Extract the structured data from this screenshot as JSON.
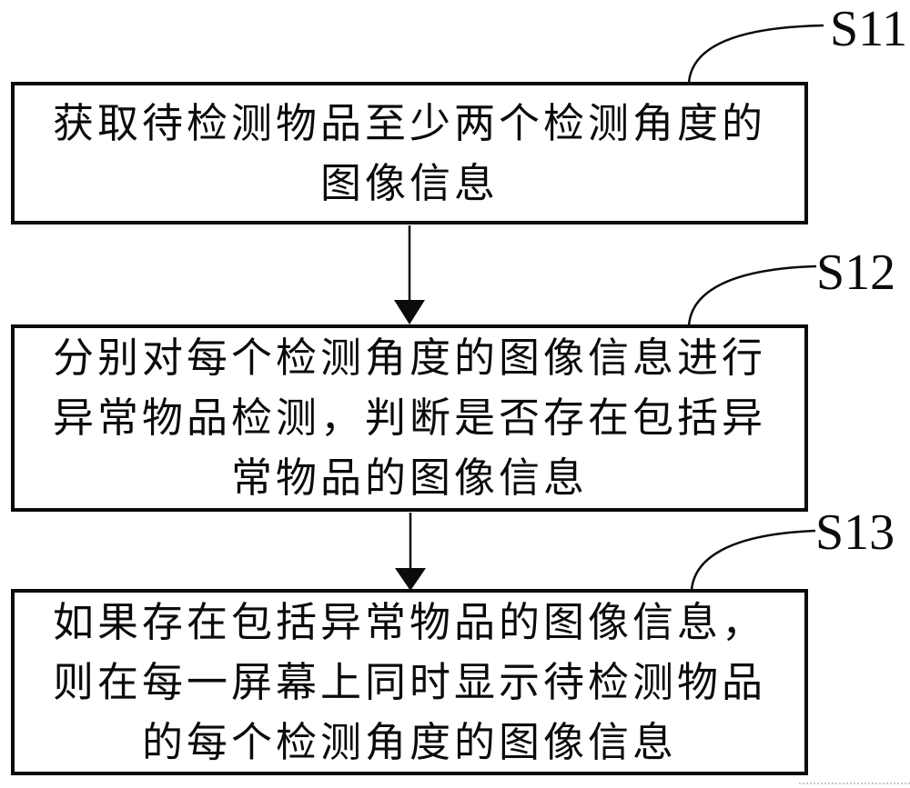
{
  "figure": {
    "background_color": "#ffffff",
    "line_color": "#0b0b0b",
    "type": "flowchart"
  },
  "steps": [
    {
      "id": "step-1",
      "label": "S11",
      "lines": [
        "获取待检测物品至少两个检测角度的",
        "图像信息"
      ]
    },
    {
      "id": "step-2",
      "label": "S12",
      "lines": [
        "分别对每个检测角度的图像信息进行",
        "异常物品检测，判断是否存在包括异",
        "常物品的图像信息"
      ]
    },
    {
      "id": "step-3",
      "label": "S13",
      "lines": [
        "如果存在包括异常物品的图像信息，",
        "则在每一屏幕上同时显示待检测物品",
        "的每个检测角度的图像信息"
      ]
    }
  ]
}
